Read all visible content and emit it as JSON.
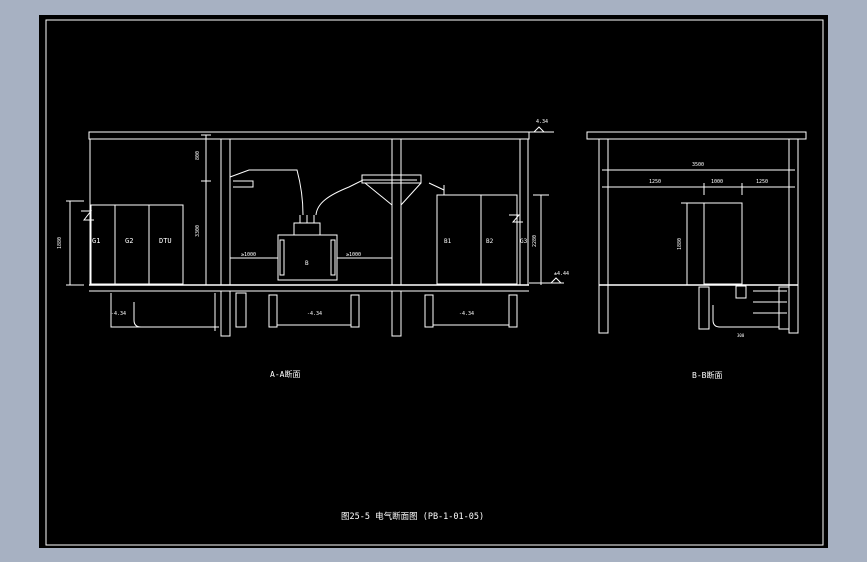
{
  "drawing": {
    "caption": "图25-5 电气断面图 (PB-1-01-05)",
    "section_a": {
      "title": "A-A断面",
      "cabinet_labels": [
        "G1",
        "G2",
        "DTU"
      ],
      "transformer_label": "B",
      "right_cabinet_labels": [
        "B1",
        "B2",
        "G3"
      ],
      "dims": {
        "roof_elev": "4.34",
        "floor_elev": "±4.44",
        "trench_elev_1": "-4.34",
        "trench_elev_2": "-4.34",
        "trench_elev_3": "-4.34",
        "height_total": "3300",
        "height_upper": "800",
        "height_cab_left": "1880",
        "height_cab_right": "2280",
        "clear_left": "≥1000",
        "clear_right": "≥1000"
      }
    },
    "section_b": {
      "title": "B-B断面",
      "dims": {
        "width_total": "3500",
        "width_left": "1250",
        "width_mid": "1000",
        "width_right": "1250",
        "height_cab": "1880",
        "bottom_label": "300"
      }
    }
  }
}
